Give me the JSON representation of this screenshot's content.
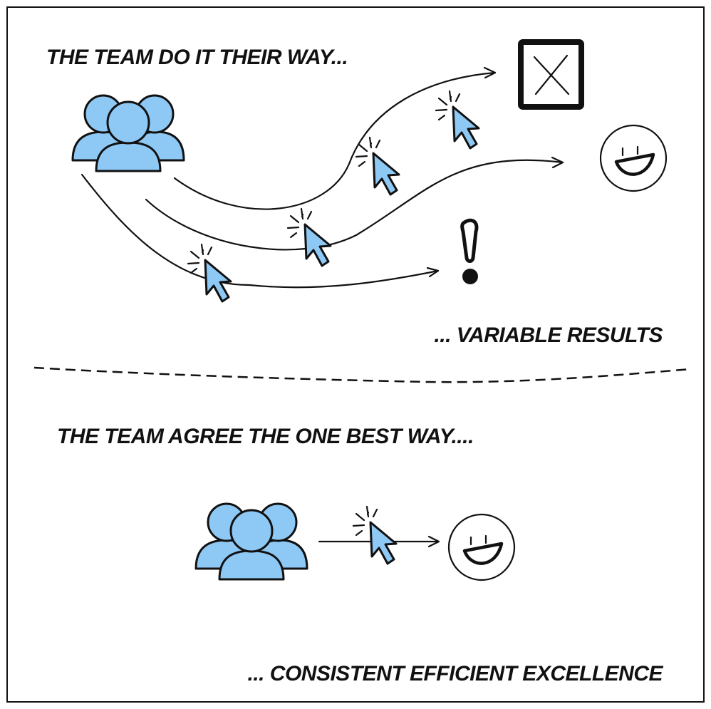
{
  "top": {
    "heading": "THE TEAM DO IT THEIR WAY...",
    "result": "... VARIABLE RESULTS",
    "outcomes": [
      "failure-x-box-icon",
      "happy-smiley-icon",
      "exclamation-icon"
    ]
  },
  "bottom": {
    "heading": "THE TEAM AGREE THE ONE BEST WAY....",
    "result": "... CONSISTENT EFFICIENT EXCELLENCE",
    "outcomes": [
      "happy-smiley-icon"
    ]
  },
  "colors": {
    "team": "#8ec8f5",
    "ink": "#111111"
  }
}
